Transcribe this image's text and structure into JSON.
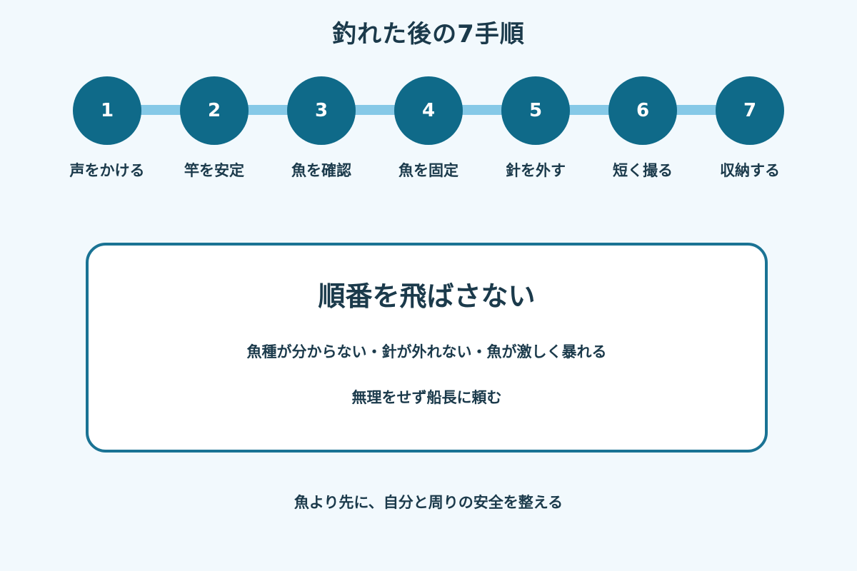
{
  "title": "釣れた後の7手順",
  "steps": [
    {
      "number": "1",
      "label": "声をかける"
    },
    {
      "number": "2",
      "label": "竿を安定"
    },
    {
      "number": "3",
      "label": "魚を確認"
    },
    {
      "number": "4",
      "label": "魚を固定"
    },
    {
      "number": "5",
      "label": "針を外す"
    },
    {
      "number": "6",
      "label": "短く撮る"
    },
    {
      "number": "7",
      "label": "収納する"
    }
  ],
  "callout": {
    "heading": "順番を飛ばさない",
    "line1": "魚種が分からない・針が外れない・魚が激しく暴れる",
    "line2": "無理をせず船長に頼む"
  },
  "footer": "魚より先に、自分と周りの安全を整える",
  "colors": {
    "background": "#f2f9fd",
    "circle": "#0f6a89",
    "connector": "#86c9e7",
    "border": "#1a7394",
    "text": "#1b3a4b"
  }
}
